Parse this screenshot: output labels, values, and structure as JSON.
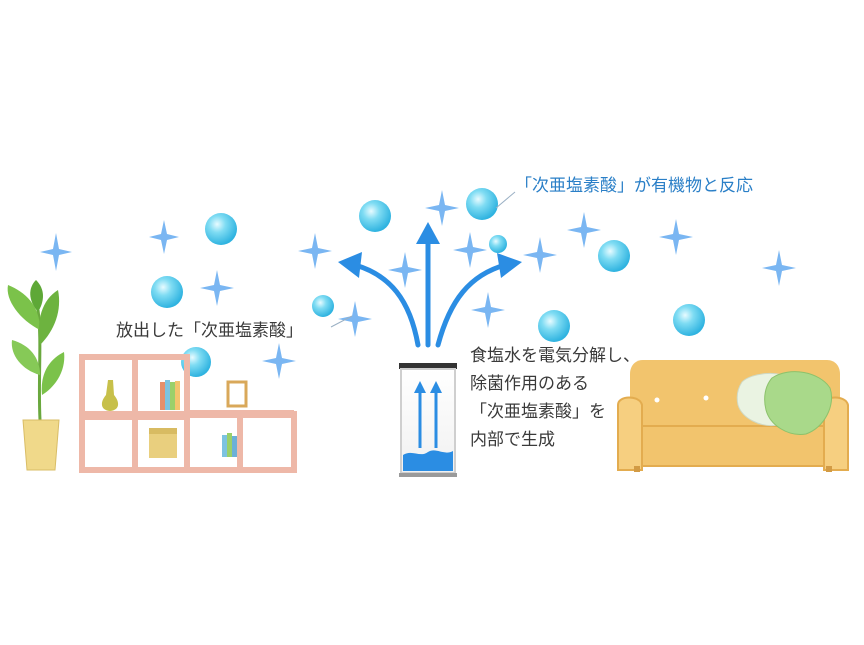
{
  "labels": {
    "reaction": "「次亜塩素酸」が有機物と反応",
    "released": "放出した「次亜塩素酸」",
    "device_lines": [
      "食塩水を電気分解し、",
      "除菌作用のある",
      "「次亜塩素酸」を",
      "内部で生成"
    ]
  },
  "colors": {
    "text": "#3a3a3a",
    "accent_text": "#2a7fc7",
    "arrow": "#2b8de3",
    "bubble": "#5fd0ee",
    "sparkle": "#6aaef0",
    "plant": "#7bc24a",
    "pot": "#f0d98a",
    "shelf": "#eeb8a8",
    "sofa": "#f2c46d",
    "cushion_white": "#eaf3e2",
    "cushion_green": "#a9d98a"
  }
}
